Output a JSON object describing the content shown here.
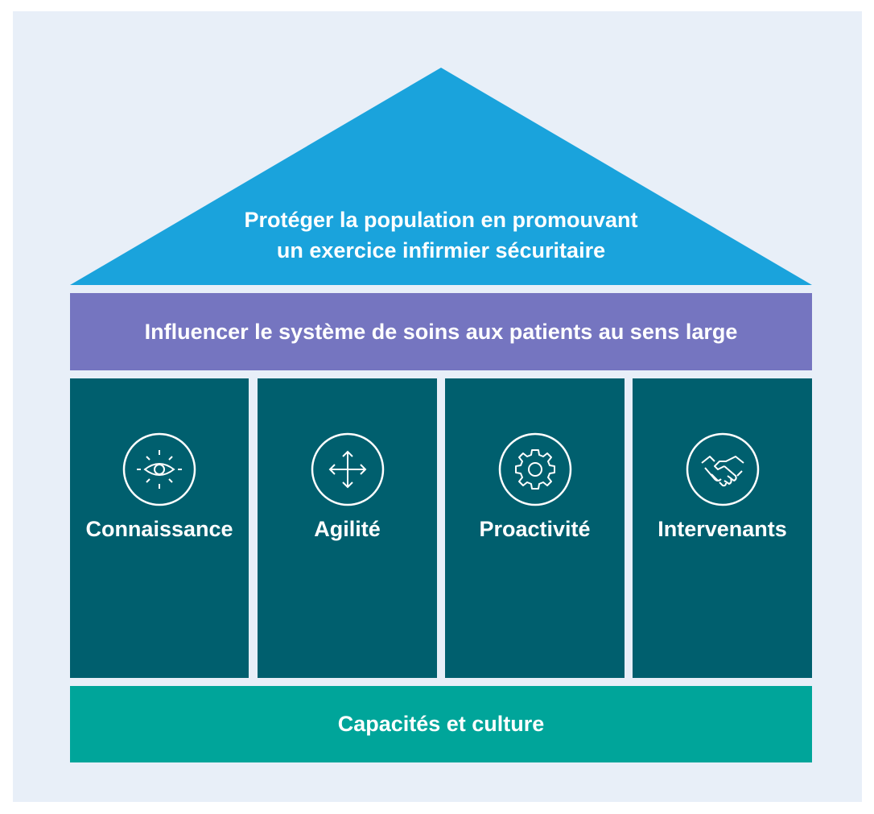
{
  "roof": {
    "line1": "Protéger la population en promouvant",
    "line2": "un exercice infirmier sécuritaire",
    "color": "#1aa3dc"
  },
  "band": {
    "label": "Influencer le système de soins aux patients au sens large",
    "color": "#7575c0"
  },
  "pillars": [
    {
      "label": "Connaissance",
      "icon": "eye-icon"
    },
    {
      "label": "Agilité",
      "icon": "move-arrows-icon"
    },
    {
      "label": "Proactivité",
      "icon": "gear-icon"
    },
    {
      "label": "Intervenants",
      "icon": "handshake-icon"
    }
  ],
  "pillar_color": "#005f6e",
  "base": {
    "label": "Capacités et culture",
    "color": "#00a59a"
  },
  "background_color": "#e8eff8"
}
